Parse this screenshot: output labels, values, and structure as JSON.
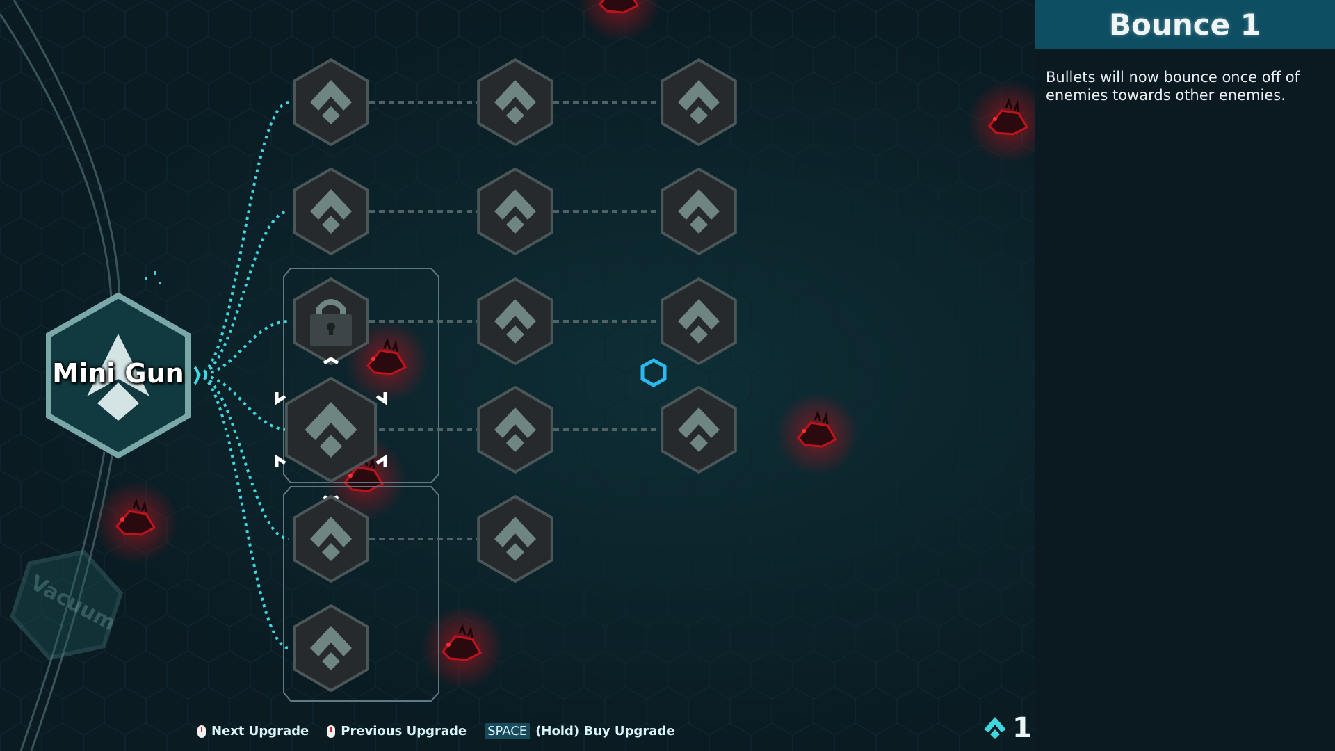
{
  "colors": {
    "background": "#0a1b22",
    "accent": "#3fd6e0",
    "node_fill": "#262a2c",
    "node_stroke": "#4a5658",
    "icon": "#6e8582",
    "enemy": "#c0121c",
    "panel_header": "#0e4e62"
  },
  "root_node": {
    "label": "Mini Gun",
    "icon": "upgrade-diamond-icon"
  },
  "faded_node": {
    "label": "Vacuum"
  },
  "detail_panel": {
    "title": "Bounce 1",
    "description": "Bullets will now bounce once off of enemies towards other enemies."
  },
  "hints": [
    {
      "icon": "mouse-scroll-down-icon",
      "label": "Next Upgrade"
    },
    {
      "icon": "mouse-scroll-up-icon",
      "label": "Previous Upgrade"
    },
    {
      "key": "SPACE",
      "label": "(Hold) Buy Upgrade"
    }
  ],
  "currency": {
    "icon": "upgrade-point-icon",
    "amount": "1"
  },
  "upgrade_tree": {
    "rows": [
      {
        "nodes": [
          "available",
          "available",
          "available"
        ]
      },
      {
        "nodes": [
          "available",
          "available",
          "available"
        ]
      },
      {
        "nodes": [
          "locked",
          "available",
          "available"
        ]
      },
      {
        "nodes": [
          "selected",
          "available",
          "available"
        ]
      },
      {
        "nodes": [
          "available",
          "available"
        ]
      },
      {
        "nodes": [
          "available"
        ]
      }
    ]
  }
}
